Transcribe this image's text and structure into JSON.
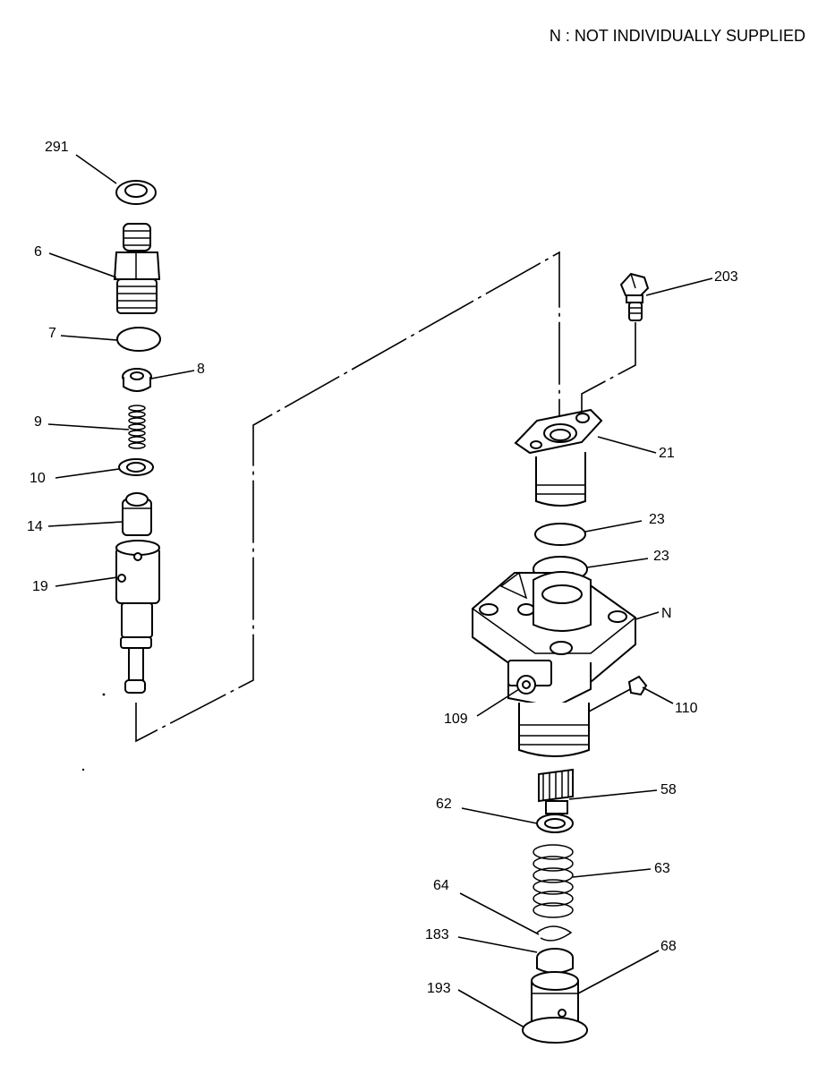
{
  "note": "N : NOT INDIVIDUALLY SUPPLIED",
  "callouts": {
    "c291": "291",
    "c6": "6",
    "c7": "7",
    "c8": "8",
    "c9": "9",
    "c10": "10",
    "c14": "14",
    "c19": "19",
    "c203": "203",
    "c21": "21",
    "c23a": "23",
    "c23b": "23",
    "cN": "N",
    "c109": "109",
    "c110": "110",
    "c58": "58",
    "c62": "62",
    "c63": "63",
    "c64": "64",
    "c183": "183",
    "c68": "68",
    "c193": "193"
  }
}
